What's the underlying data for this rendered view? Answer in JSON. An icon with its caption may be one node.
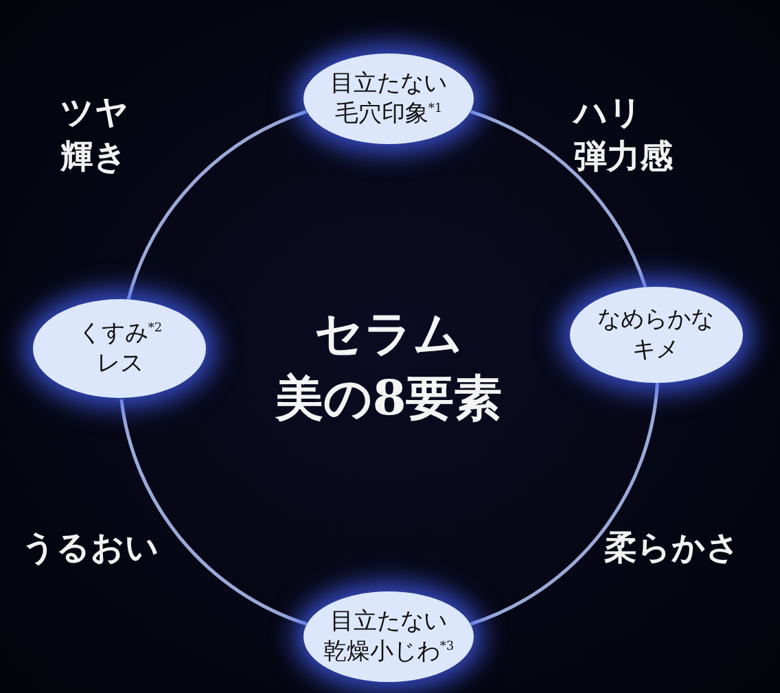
{
  "diagram": {
    "title": "セラム美の8要素",
    "nodes": [
      {
        "text": [
          "目立たない毛穴印象$^{*1}$"
        ]
      },
      {
        "text": [
          "くすみ$^{*2}$レス"
        ]
      },
      {
        "text": [
          "なめらかなキメ"
        ]
      },
      {
        "text": [
          "目立たない乾燥小じわ$^{*3}$"
        ]
      }
    ],
    "edges": [
      {
        "from": 0,
        "to": 2,
        "arrow": "none"
      },
      {
        "from": 2,
        "to": 3,
        "arrow": "none"
      },
      {
        "from": 3,
        "to": 1,
        "arrow": "none"
      },
      {
        "from": 1,
        "to": 0,
        "arrow": "none"
      }
    ],
    "labels": [
      "ツヤ輝き",
      "ハリ弾力感",
      "うるおい",
      "柔らかさ"
    ]
  }
}
